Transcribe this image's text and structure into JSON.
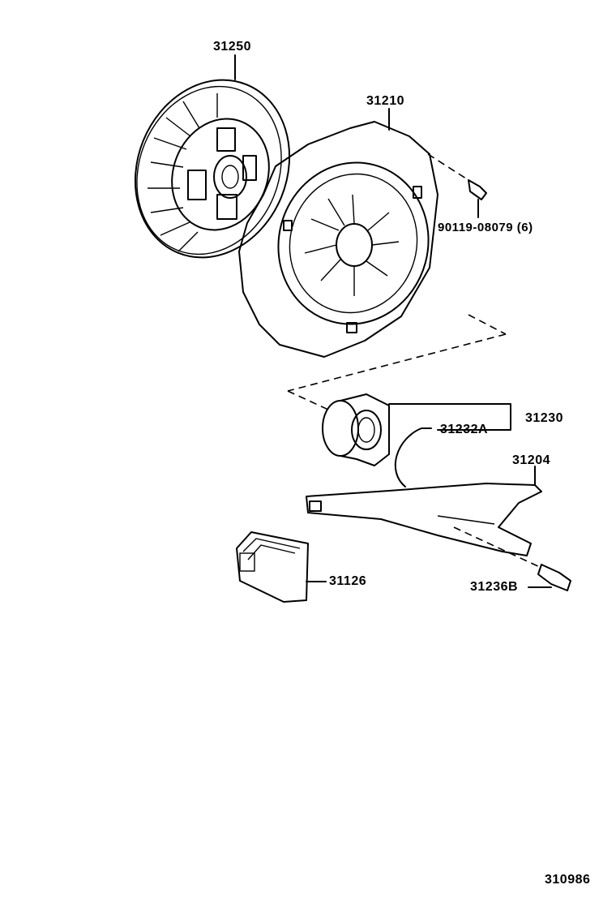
{
  "diagram": {
    "parts": [
      {
        "id": "clutch-disc",
        "number": "31250"
      },
      {
        "id": "clutch-cover",
        "number": "31210"
      },
      {
        "id": "bolt",
        "number": "90119-08079 (6)"
      },
      {
        "id": "release-bearing-assy",
        "number": "31230"
      },
      {
        "id": "release-bearing-clip",
        "number": "31232A"
      },
      {
        "id": "release-fork",
        "number": "31204"
      },
      {
        "id": "fork-boot",
        "number": "31126"
      },
      {
        "id": "fork-support",
        "number": "31236B"
      }
    ],
    "figure_number": "310986"
  }
}
